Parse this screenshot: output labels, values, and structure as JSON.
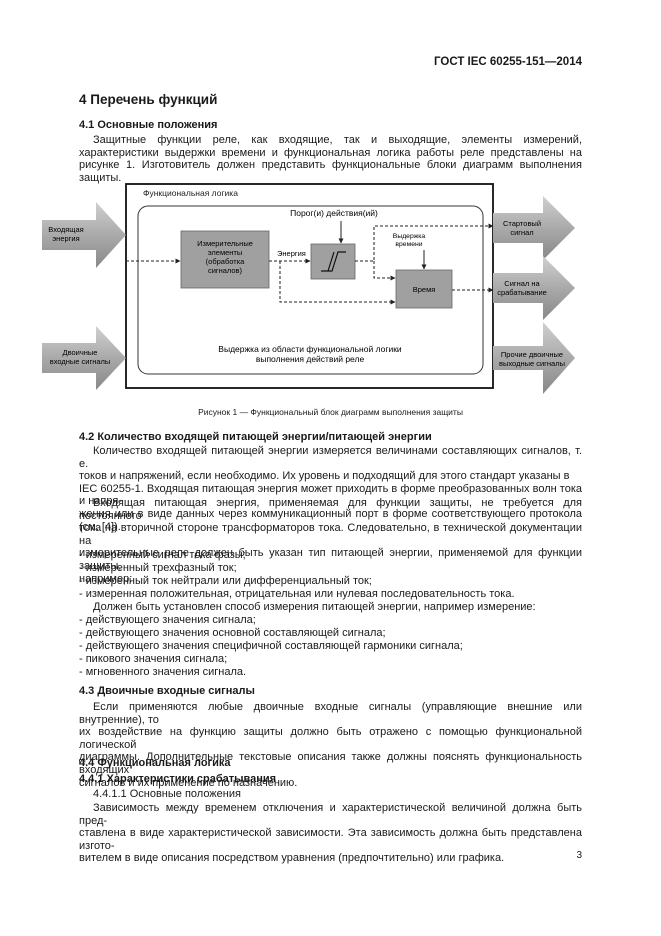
{
  "header": "ГОСТ IEC 60255-151—2014",
  "section_title": "4 Перечень функций",
  "s41": {
    "title": "4.1  Основные положения",
    "text": "Защитные функции реле, как входящие, так и выходящие, элементы измерений, характеристики выдержки времени и функциональная логика работы реле представлены на рисунке 1. Изготовитель должен представить функциональные блоки диаграмм выполнения защиты."
  },
  "diagram": {
    "outer_label": "Функциональная логика",
    "input_energy": [
      "Входящая",
      "энергия"
    ],
    "input_binary": [
      "Двоичные",
      "входные сигналы"
    ],
    "measuring": [
      "Измерительные",
      "элементы",
      "(обработка",
      "сигналов)"
    ],
    "energy_label": "Энергия",
    "threshold": "Порог(и) действия(ий)",
    "delay": [
      "Выдержка",
      "времени"
    ],
    "time": "Время",
    "bottom_text": [
      "Выдержка из области функциональной логики",
      "выполнения действий реле"
    ],
    "out_start": [
      "Стартовый",
      "сигнал"
    ],
    "out_trip": [
      "Сигнал на",
      "срабатывание"
    ],
    "out_binary": [
      "Прочие двоичные",
      "выходные сигналы"
    ]
  },
  "caption": "Рисунок 1 — Функциональный блок диаграмм выполнения защиты",
  "s42": {
    "title": "4.2 Количество входящей питающей энергии/питающей энергии",
    "p1_lines": [
      "Количество входящей питающей энергии измеряется величинами составляющих сигналов, т. е.",
      "токов и напряжений, если необходимо. Их уровень и подходящий для этого стандарт указаны в",
      "IEC 60255-1. Входящая питающая энергия может приходить в форме преобразованных волн тока и напря-",
      "жения или в виде данных через коммуникационный порт в форме соответствующего протокола (см. [4])."
    ],
    "p2_lines": [
      "Входящая питающая энергия, применяемая для функции защиты, не требуется для постоянного",
      "тока на вторичной стороне трансформаторов тока. Следовательно, в технической документации на",
      "измерительные реле должен быть указан тип питающей энергии, применяемой для функции защиты,",
      "например:"
    ],
    "list1": [
      "- измеренный сигнал тока фазы;",
      "- измеренный трехфазный ток;",
      "- измеренный ток нейтрали или дифференциальный ток;",
      "- измеренная положительная, отрицательная или нулевая последовательность тока."
    ],
    "p3": "Должен быть установлен способ измерения питающей энергии, например измерение:",
    "list2": [
      "- действующего значения сигнала;",
      "- действующего значения основной составляющей сигнала;",
      "- действующего значения специфичной составляющей гармоники сигнала;",
      "- пикового значения сигнала;",
      "- мгновенного значения сигнала."
    ]
  },
  "s43": {
    "title": "4.3  Двоичные входные сигналы",
    "lines": [
      "Если применяются любые двоичные входные сигналы (управляющие внешние или внутренние), то",
      "их воздействие на функцию защиты должно быть отражено с помощью функциональной логической",
      "диаграммы. Дополнительные текстовые описания также должны пояснять функциональность входящих",
      "сигналов и их применение по назначению."
    ]
  },
  "s44": {
    "title": "4.4  Функциональная логика"
  },
  "s441": {
    "title": "4.4.1  Характеристики срабатывания"
  },
  "s4411": {
    "title": "4.4.1.1  Основные положения",
    "lines": [
      "Зависимость между временем отключения и характеристической величиной должна быть пред-",
      "ставлена в виде характеристической зависимости. Эта зависимость должна быть представлена изгото-",
      "вителем в виде описания посредством уравнения (предпочтительно) или графика."
    ]
  },
  "page_number": "3"
}
